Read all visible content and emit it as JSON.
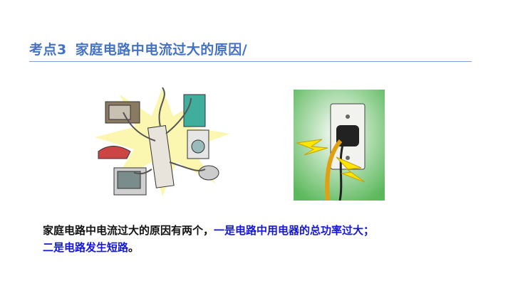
{
  "title": {
    "prefix": "考点3",
    "text": "家庭电路中电流过大的原因/"
  },
  "images": {
    "overloaded_socket": "overloaded-power-strip-illustration",
    "short_circuit_plug": "sparking-wall-socket-illustration"
  },
  "body": {
    "intro": "家庭电路中电流过大的原因有两个，",
    "reason1": "一是电路中用电器的总功率过大；",
    "reason2": "二是电路发生短路",
    "end": "。"
  },
  "colors": {
    "title": "#4472c4",
    "highlight": "#1515e0"
  }
}
